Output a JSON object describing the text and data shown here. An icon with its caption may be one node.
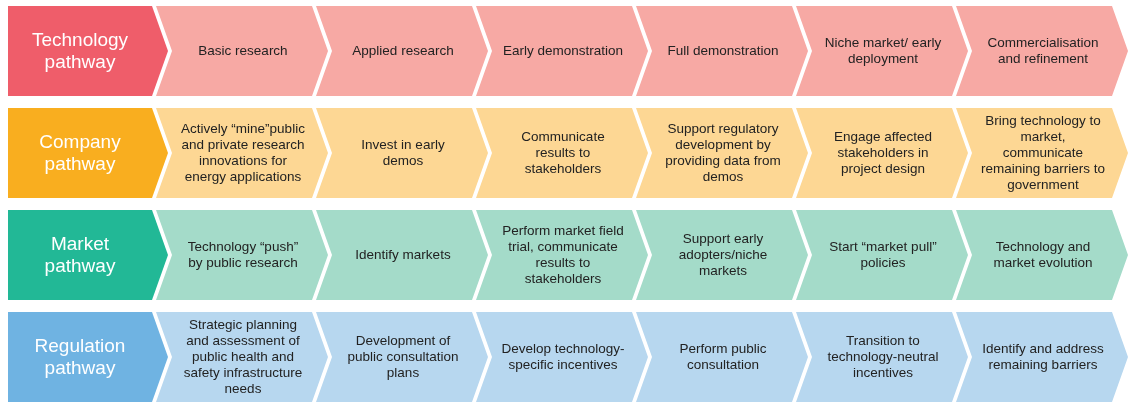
{
  "diagram": {
    "nodes": [
      {
        "text": [
          "Technology pathway"
        ]
      },
      {
        "text": [
          "Basic research"
        ]
      },
      {
        "text": [
          "Applied research"
        ]
      },
      {
        "text": [
          "Early demonstration"
        ]
      },
      {
        "text": [
          "Full demonstration"
        ]
      },
      {
        "text": [
          "Niche market/ early deployment"
        ]
      },
      {
        "text": [
          "Commercialisation and refinement"
        ]
      },
      {
        "text": [
          "Company pathway"
        ]
      },
      {
        "text": [
          "Actively “mine”public and private research innovations for energy applications"
        ]
      },
      {
        "text": [
          "Invest in early demos"
        ]
      },
      {
        "text": [
          "Communicate results to stakeholders"
        ]
      },
      {
        "text": [
          "Support regulatory development by providing data from demos"
        ]
      },
      {
        "text": [
          "Engage affected stakeholders in project design"
        ]
      },
      {
        "text": [
          "Bring technology to market, communicate remaining barriers to government"
        ]
      },
      {
        "text": [
          "Market pathway"
        ]
      },
      {
        "text": [
          "Technology “push” by public research"
        ]
      },
      {
        "text": [
          "Identify markets"
        ]
      },
      {
        "text": [
          "Perform market field trial, communicate results to stakeholders"
        ]
      },
      {
        "text": [
          "Support early adopters/niche markets"
        ]
      },
      {
        "text": [
          "Start “market pull” policies"
        ]
      },
      {
        "text": [
          "Technology and market evolution"
        ]
      },
      {
        "text": [
          "Regulation pathway"
        ]
      },
      {
        "text": [
          "Strategic planning and assessment of public health and safety infrastructure needs"
        ]
      },
      {
        "text": [
          "Development of public consultation plans"
        ]
      },
      {
        "text": [
          "Develop technology-specific incentives"
        ]
      },
      {
        "text": [
          "Perform public consultation"
        ]
      },
      {
        "text": [
          "Transition to technology-neutral incentives"
        ]
      },
      {
        "text": [
          "Identify and address remaining barriers"
        ]
      }
    ]
  }
}
